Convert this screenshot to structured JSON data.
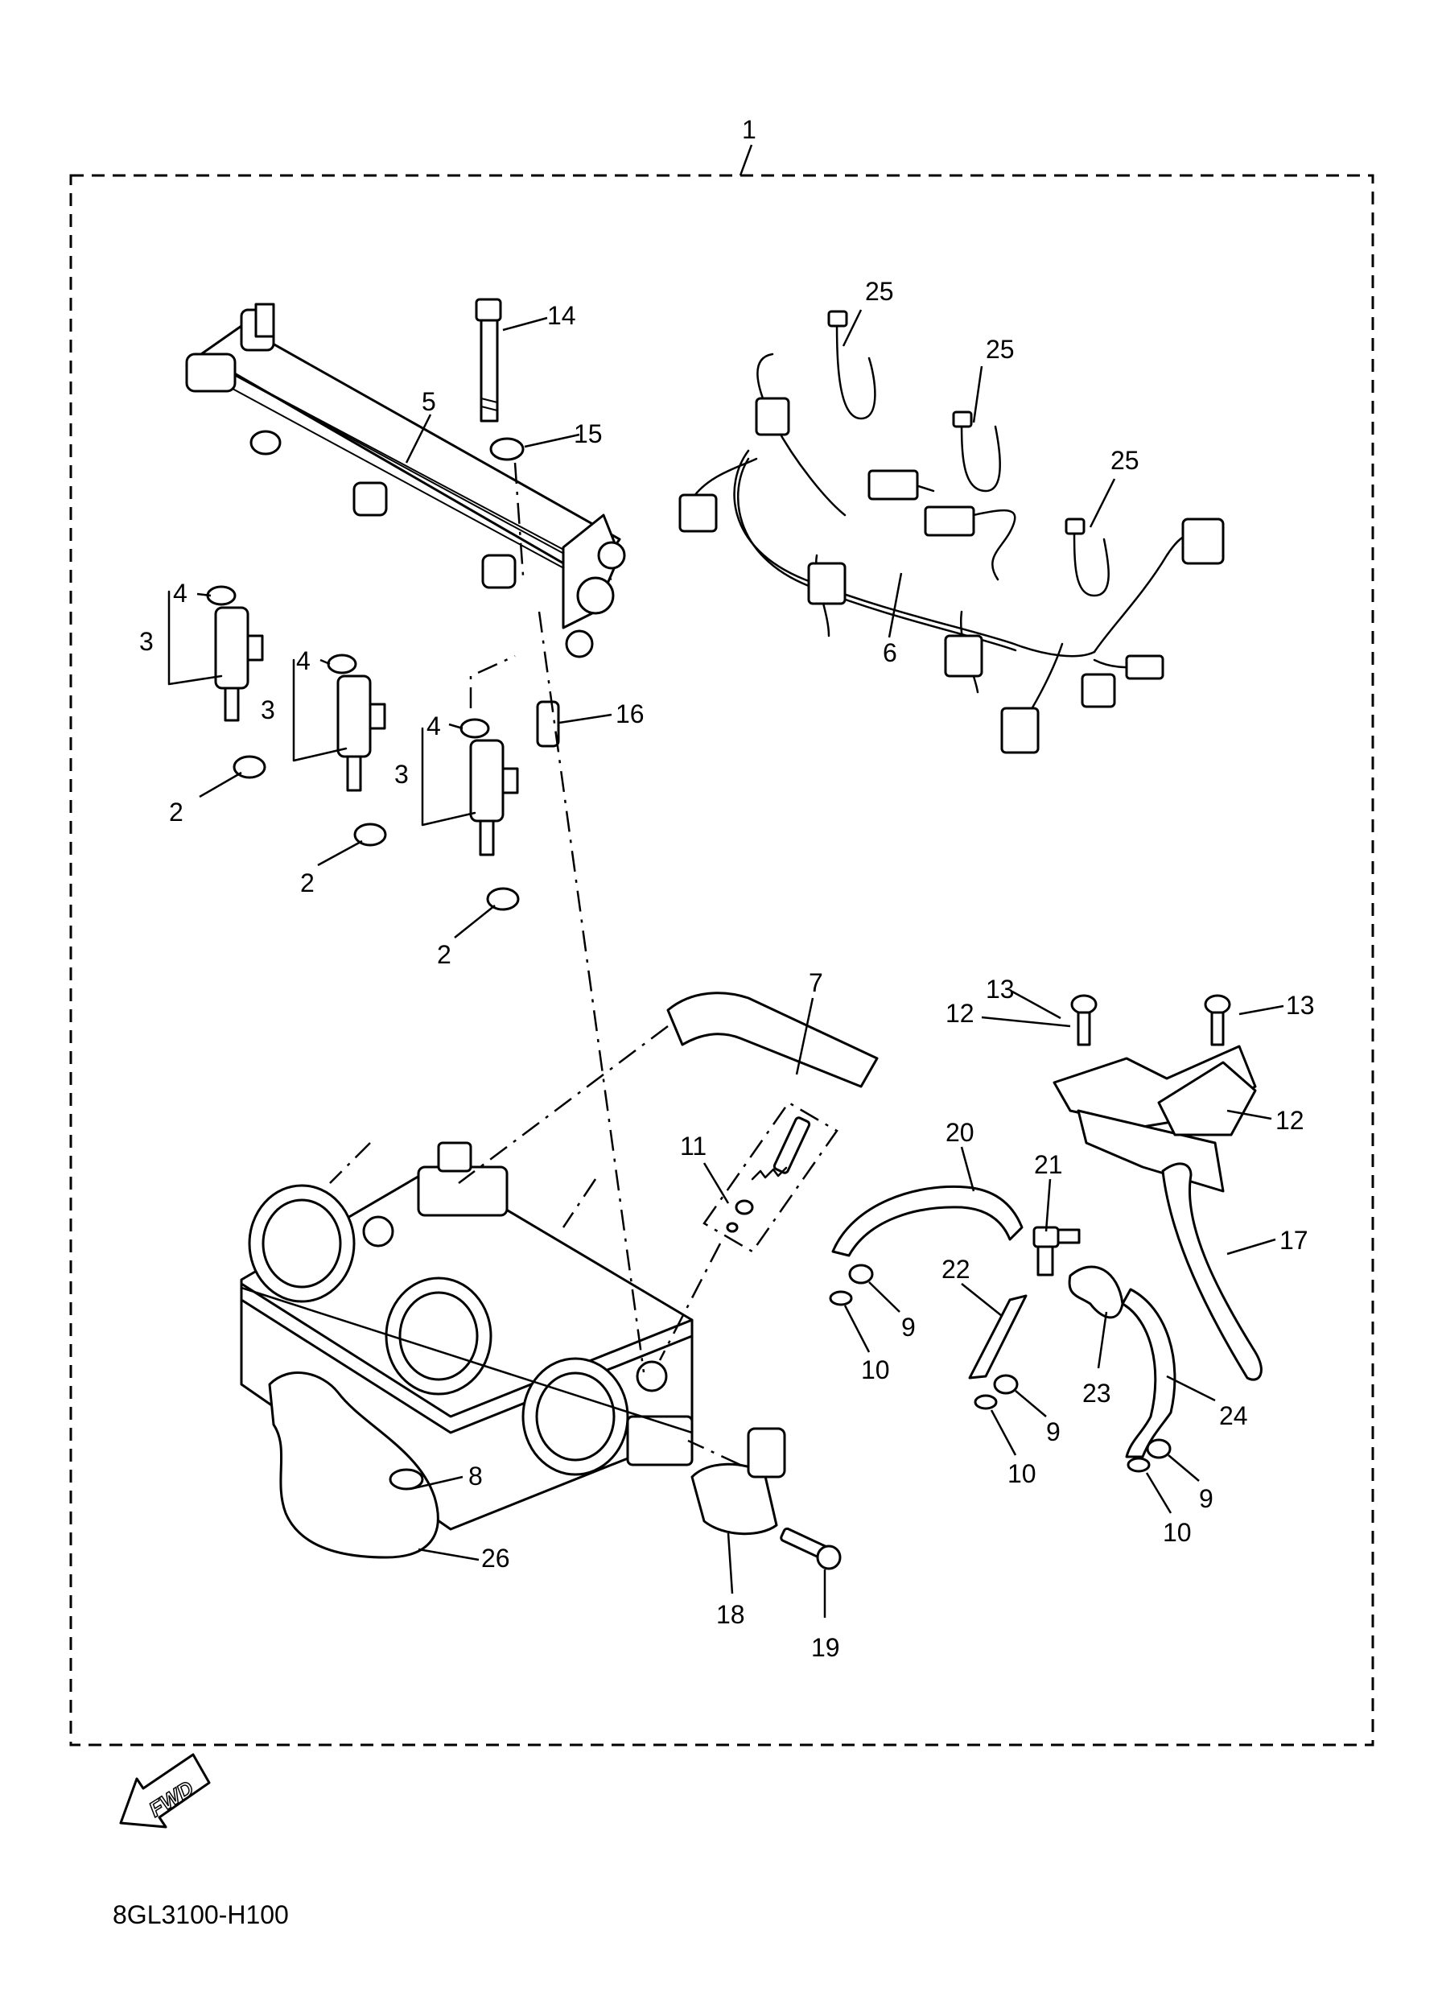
{
  "diagram": {
    "assembly_label": "1",
    "part_labels": [
      "2",
      "2",
      "2",
      "3",
      "3",
      "3",
      "4",
      "4",
      "4",
      "5",
      "6",
      "7",
      "8",
      "9",
      "9",
      "9",
      "10",
      "10",
      "10",
      "11",
      "12",
      "12",
      "13",
      "13",
      "14",
      "15",
      "16",
      "17",
      "18",
      "19",
      "20",
      "21",
      "22",
      "23",
      "24",
      "25",
      "25",
      "25",
      "26"
    ],
    "fwd_label": "FWD",
    "diagram_code": "8GL3100-H100"
  }
}
